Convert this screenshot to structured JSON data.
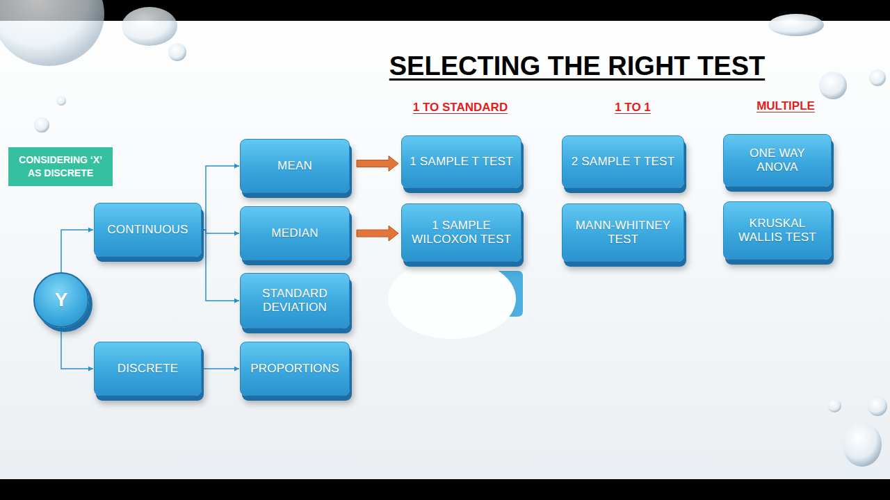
{
  "diagram": {
    "title": "SELECTING THE RIGHT TEST",
    "nodes": [
      {
        "text": [
          "CONSIDERING ‘X’ AS DISCRETE"
        ]
      },
      {
        "text": [
          "Y"
        ]
      },
      {
        "text": [
          "CONTINUOUS"
        ]
      },
      {
        "text": [
          "DISCRETE"
        ]
      },
      {
        "text": [
          "MEAN"
        ]
      },
      {
        "text": [
          "MEDIAN"
        ]
      },
      {
        "text": [
          "STANDARD DEVIATION"
        ]
      },
      {
        "text": [
          "PROPORTIONS"
        ]
      },
      {
        "text": [
          "1 SAMPLE T TEST"
        ]
      },
      {
        "text": [
          "1 SAMPLE WILCOXON TEST"
        ]
      },
      {
        "text": [
          "2 SAMPLE T TEST"
        ]
      },
      {
        "text": [
          "MANN-WHITNEY TEST"
        ]
      },
      {
        "text": [
          "ONE WAY ANOVA"
        ]
      },
      {
        "text": [
          "KRUSKAL WALLIS TEST"
        ]
      }
    ],
    "edges": [
      {
        "from": 1,
        "to": 2,
        "arrow": "to"
      },
      {
        "from": 1,
        "to": 3,
        "arrow": "to"
      },
      {
        "from": 2,
        "to": 4,
        "arrow": "to"
      },
      {
        "from": 2,
        "to": 5,
        "arrow": "to"
      },
      {
        "from": 2,
        "to": 6,
        "arrow": "to"
      },
      {
        "from": 3,
        "to": 7,
        "arrow": "to"
      },
      {
        "from": 4,
        "to": 8,
        "arrow": "to"
      },
      {
        "from": 5,
        "to": 9,
        "arrow": "to"
      }
    ],
    "labels": [
      "1 TO STANDARD",
      "1 TO 1",
      "MULTIPLE"
    ]
  }
}
